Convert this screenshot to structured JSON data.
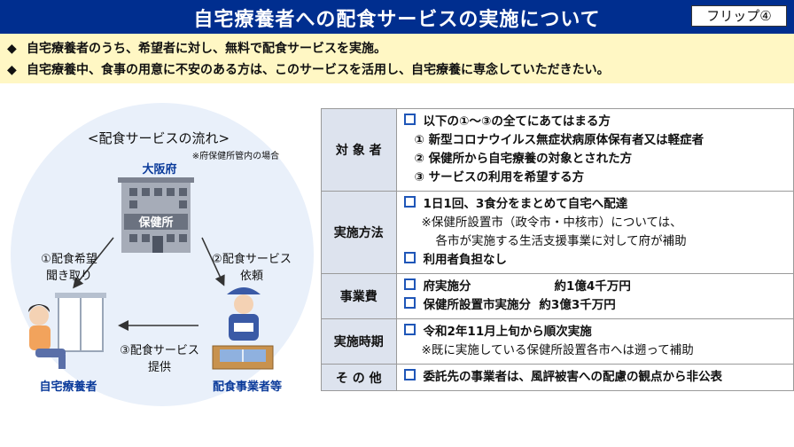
{
  "header": {
    "title": "自宅療養者への配食サービスの実施について",
    "flip_label": "フリップ④"
  },
  "bullets": [
    "自宅療養者のうち、希望者に対し、無料で配食サービスを実施。",
    "自宅療養中、食事の用意に不安のある方は、このサービスを活用し、自宅療養に専念していただきたい。"
  ],
  "flow": {
    "title": "<配食サービスの流れ>",
    "note": "※府保健所管内の場合",
    "prefecture": "大阪府",
    "building_sign": "保健所",
    "step1": [
      "①配食希望",
      "聞き取り"
    ],
    "step2": [
      "②配食サービス",
      "依頼"
    ],
    "step3": [
      "③配食サービス",
      "提供"
    ],
    "patient": "自宅療養者",
    "vendor": "配食事業者等"
  },
  "table": {
    "rows": [
      {
        "head": "対 象 者",
        "lines": [
          "以下の①～③の全てにあてはまる方",
          "①  新型コロナウイルス無症状病原体保有者又は軽症者",
          "②  保健所から自宅療養の対象とされた方",
          "③  サービスの利用を希望する方"
        ]
      },
      {
        "head": "実施方法",
        "lines": [
          "1日1回、3食分をまとめて自宅へ配達",
          "※保健所設置市（政令市・中核市）については、",
          "各市が実施する生活支援事業に対して府が補助",
          "利用者負担なし"
        ]
      },
      {
        "head": "事業費",
        "lines": [
          "府実施分                    約1億4千万円",
          "保健所設置市実施分  約3億3千万円"
        ]
      },
      {
        "head": "実施時期",
        "lines": [
          "令和2年11月上旬から順次実施",
          "※既に実施している保健所設置各市へは遡って補助"
        ]
      },
      {
        "head": "そ の 他",
        "lines": [
          "委託先の事業者は、風評被害への配慮の観点から非公表"
        ]
      }
    ]
  },
  "colors": {
    "header_bg": "#002e8f",
    "bullet_band_bg": "#fff7c4",
    "circle_bg": "#e9f0fa",
    "table_head_bg": "#dde3ee",
    "checkbox": "#1f56b8"
  }
}
